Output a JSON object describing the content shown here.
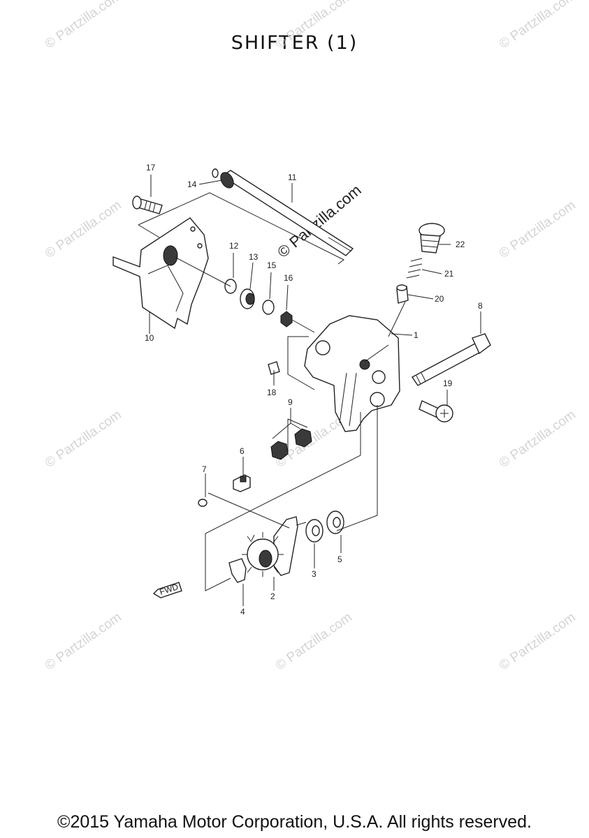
{
  "title": "SHIFTER (1)",
  "footer": "©2015 Yamaha Motor Corporation, U.S.A. All rights reserved.",
  "watermark": "© Partzilla.com",
  "fwd_label": "FWD",
  "callouts": [
    "1",
    "2",
    "3",
    "4",
    "5",
    "6",
    "7",
    "8",
    "9",
    "10",
    "11",
    "12",
    "13",
    "14",
    "15",
    "16",
    "17",
    "18",
    "19",
    "20",
    "21",
    "22"
  ]
}
